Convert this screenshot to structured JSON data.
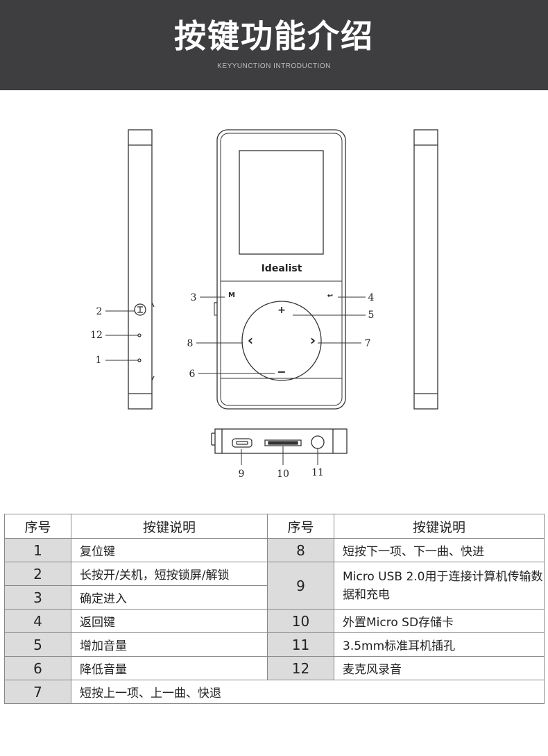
{
  "header": {
    "title": "按键功能介绍",
    "subtitle": "KEYYUNCTION INTRODUCTION"
  },
  "device": {
    "brand": "Idealist",
    "button_labels": {
      "m": "M",
      "back": "↩",
      "plus": "+",
      "minus": "−",
      "prev": "‹",
      "next": "›"
    }
  },
  "callouts": [
    "1",
    "2",
    "3",
    "4",
    "5",
    "6",
    "7",
    "8",
    "9",
    "10",
    "11",
    "12"
  ],
  "table": {
    "headers": [
      "序号",
      "按键说明",
      "序号",
      "按键说明"
    ],
    "left_rows": [
      {
        "num": "1",
        "desc": "复位键"
      },
      {
        "num": "2",
        "desc": "长按开/关机，短按锁屏/解锁"
      },
      {
        "num": "3",
        "desc": "确定进入"
      },
      {
        "num": "4",
        "desc": "返回键"
      },
      {
        "num": "5",
        "desc": "增加音量"
      },
      {
        "num": "6",
        "desc": "降低音量"
      },
      {
        "num": "7",
        "desc": "短按上一项、上一曲、快退"
      }
    ],
    "right_rows": [
      {
        "num": "8",
        "desc": "短按下一项、下一曲、快进"
      },
      {
        "num": "9",
        "desc": "Micro USB 2.0用于连接计算机传输数据和充电"
      },
      {
        "num": "10",
        "desc": "外置Micro SD存储卡"
      },
      {
        "num": "11",
        "desc": "3.5mm标准耳机插孔"
      },
      {
        "num": "12",
        "desc": "麦克风录音"
      }
    ]
  }
}
